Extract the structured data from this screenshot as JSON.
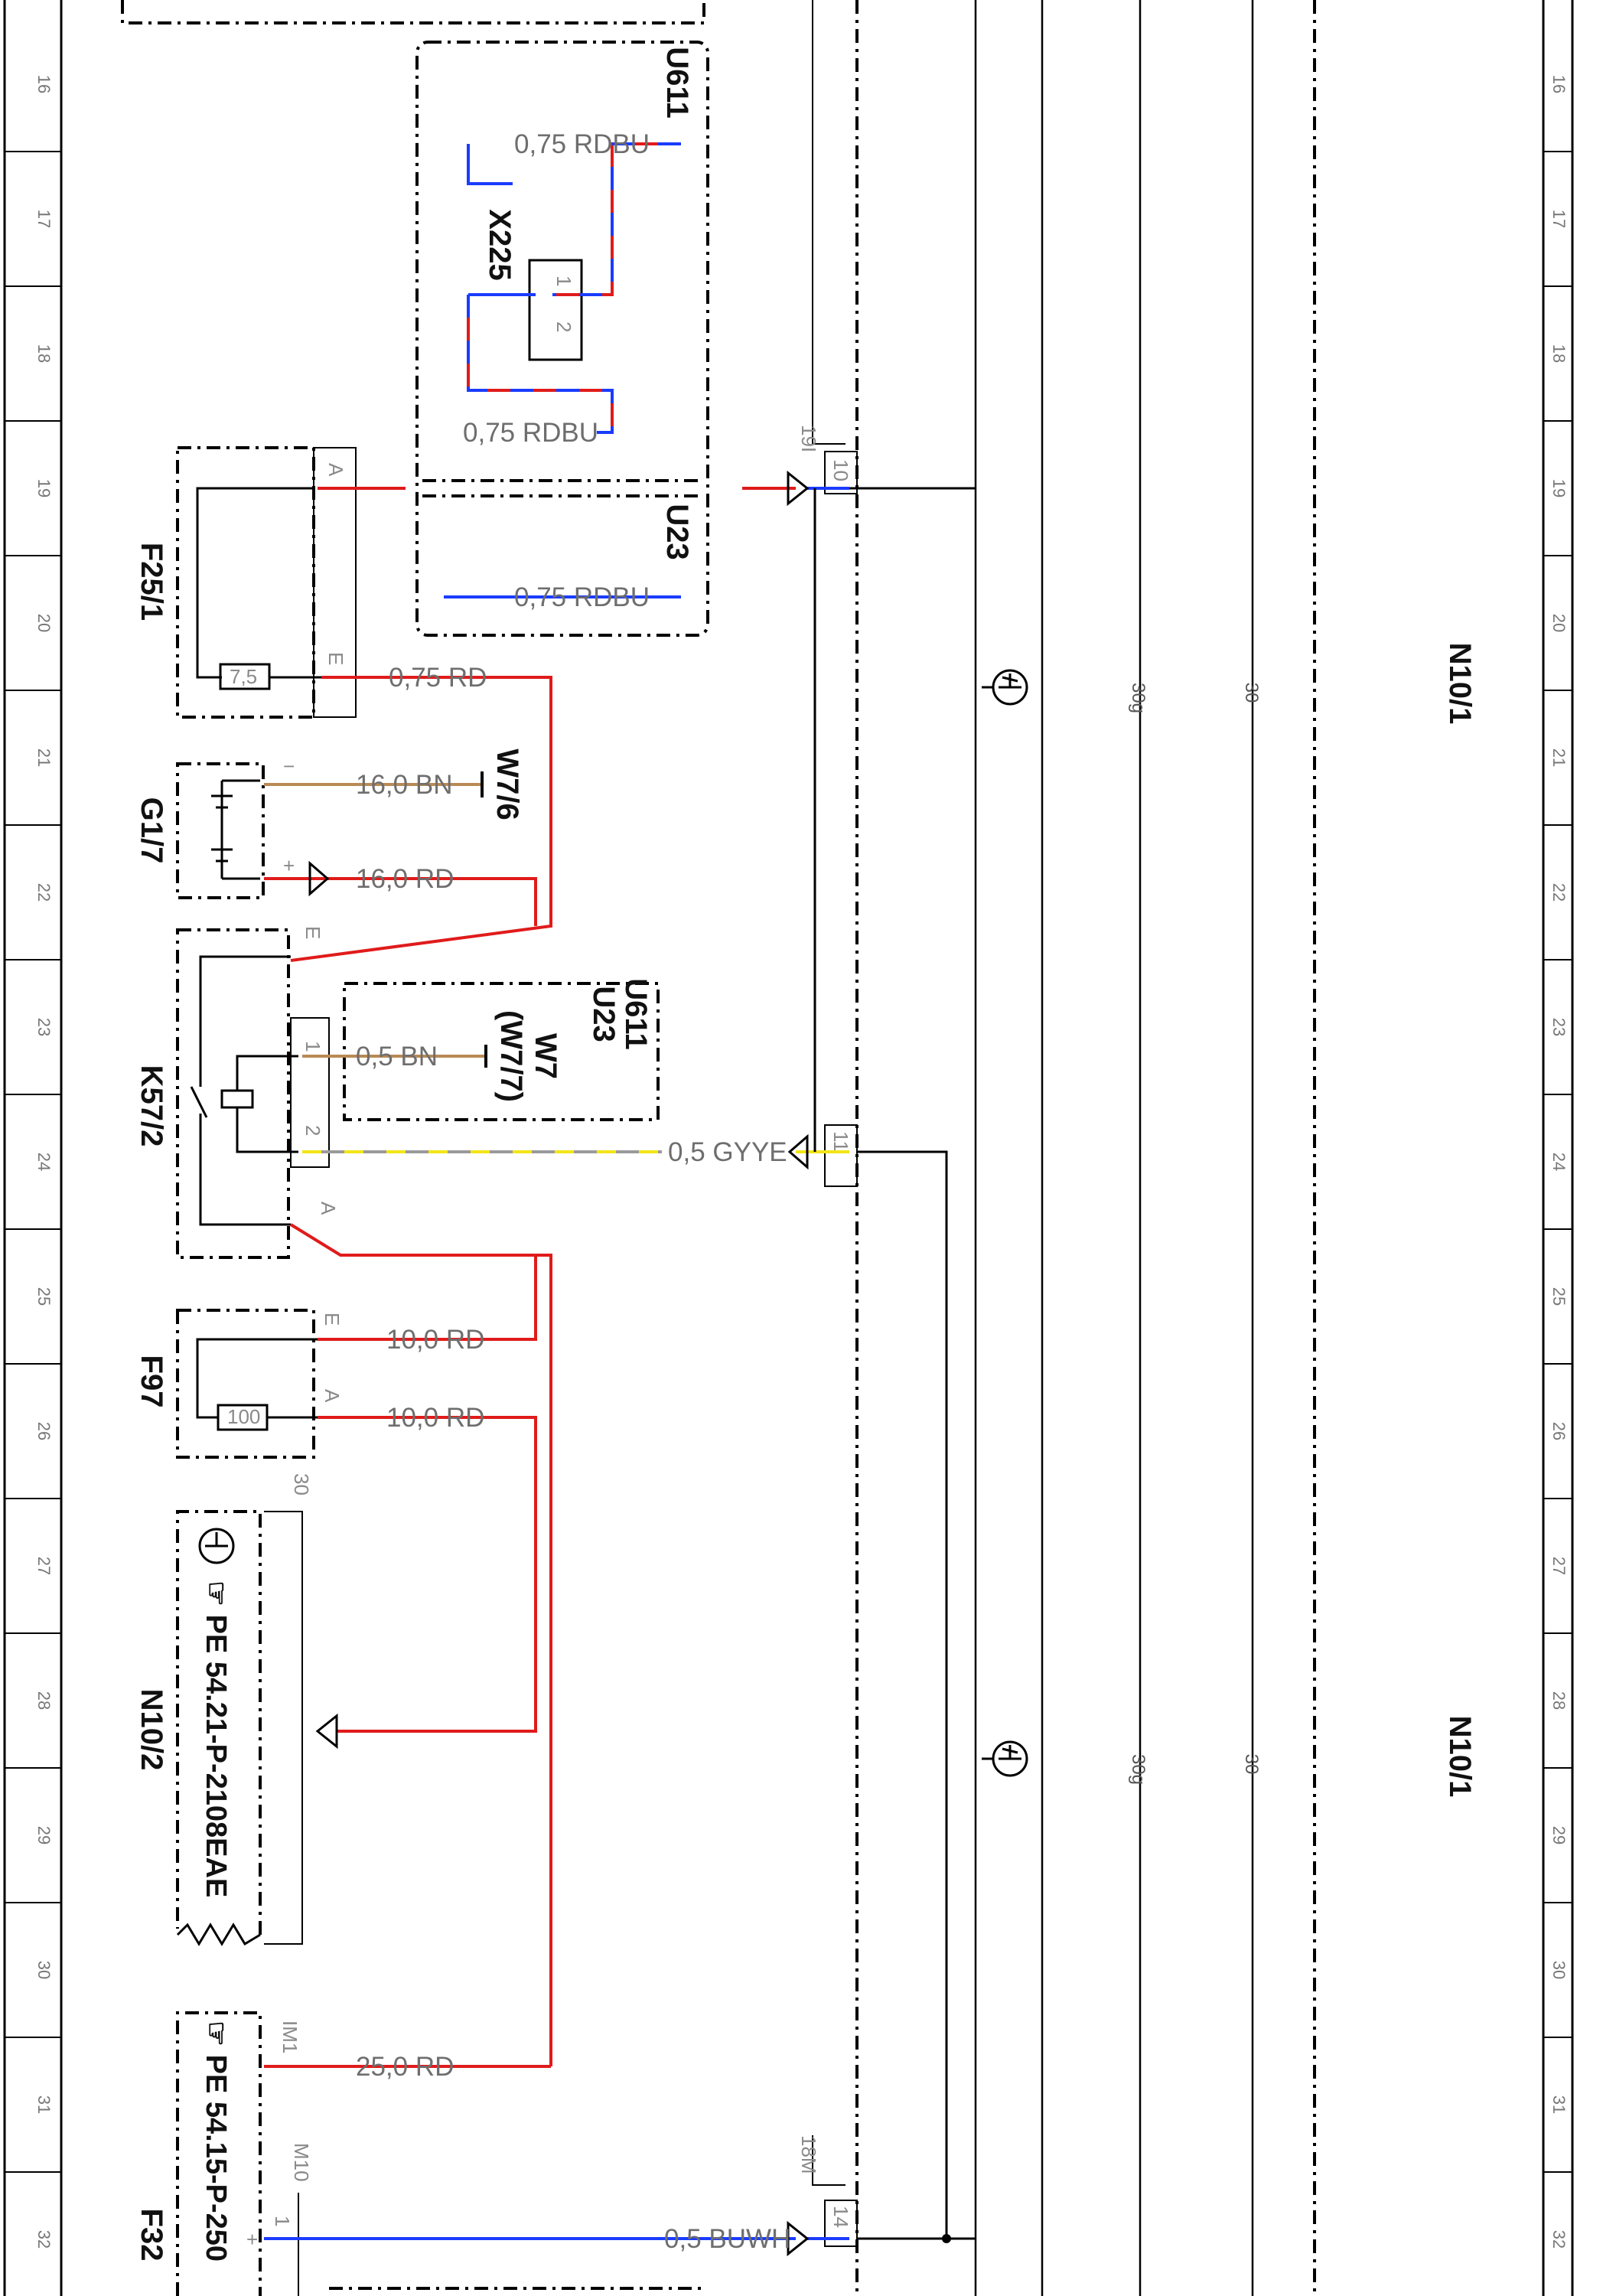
{
  "grid_rows": [
    "16",
    "17",
    "18",
    "19",
    "20",
    "21",
    "22",
    "23",
    "24",
    "25",
    "26",
    "27",
    "28",
    "29",
    "30",
    "31",
    "32"
  ],
  "components": {
    "u611_top": "U611",
    "x225": "X225",
    "u23_top": "U23",
    "f25_1": "F25/1",
    "g1_7": "G1/7",
    "w7_6": "W7/6",
    "k57_2": "K57/2",
    "u611_mid": "U611",
    "u23_mid": "U23",
    "w7": "W7",
    "w7_7": "(W7/7)",
    "f97": "F97",
    "n10_2": "N10/2",
    "n10_2_ref": "☞ PE 54.21-P-2108EAE",
    "f32": "F32",
    "f32_ref": "☞ PE 54.15-P-250",
    "n10_1_a": "N10/1",
    "n10_1_b": "N10/1"
  },
  "wires": {
    "x225_in": "0,75 RDBU",
    "x225_out": "0,75 RDBU",
    "u23_wire": "0,75 RDBU",
    "f25_out": "0,75 RD",
    "g17_neg": "16,0 BN",
    "g17_pos": "16,0 RD",
    "k57_bn": "0,5 BN",
    "k57_gyye": "0,5 GYYE",
    "f97_e": "10,0 RD",
    "f97_a": "10,0 RD",
    "f32_im1": "25,0 RD",
    "f32_buwh": "0,5 BUWH"
  },
  "pins": {
    "f25_a": "A",
    "f25_e": "E",
    "fuse_7_5": "7,5",
    "g17_minus": "−",
    "g17_plus": "+",
    "k57_e": "E",
    "k57_1": "1",
    "k57_2": "2",
    "k57_a": "A",
    "f97_e": "E",
    "f97_a": "A",
    "fuse_100": "100",
    "n10_2_30": "30",
    "x225_1": "1",
    "x225_2": "2",
    "conn_19i": "19I",
    "conn_10": "10",
    "conn_11": "11",
    "conn_18m": "18M",
    "conn_14": "14",
    "f32_im1": "IM1",
    "f32_m10": "M10",
    "f32_1": "1",
    "f32_plus": "+"
  },
  "bus_labels": {
    "b30g_a": "30g",
    "b30_a": "30",
    "b30g_b": "30g",
    "b30_b": "30"
  },
  "colors": {
    "red": "#e01b1b",
    "blue": "#1a3cff",
    "brown": "#b98a55",
    "yellow": "#f3e516",
    "gray": "#9a9a9a",
    "black": "#000000"
  }
}
